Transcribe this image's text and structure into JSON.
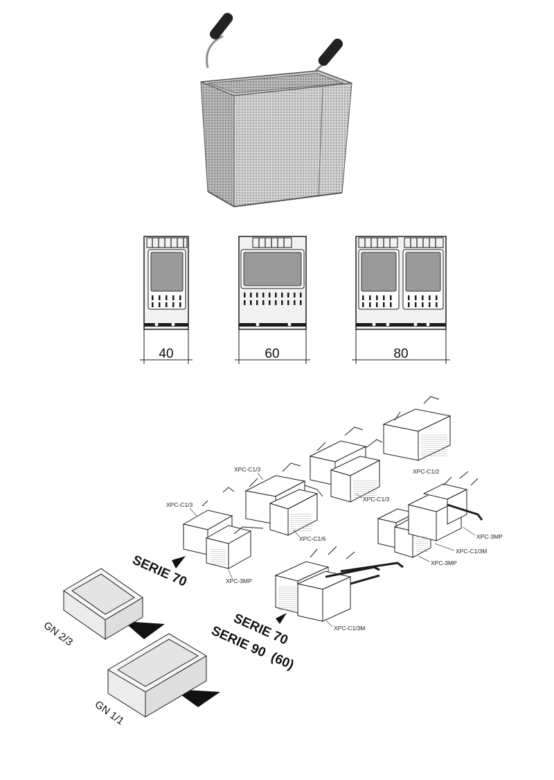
{
  "dimensions": {
    "w40": "40",
    "w60": "60",
    "w80": "80"
  },
  "labels": {
    "c13_a": "XPC-C1/3",
    "c13_b": "XPC-C1/3",
    "c13_c": "XPC-C1/3",
    "c12": "XPC-C1/2",
    "c16": "XPC-C1/6",
    "mp_a": "XPC-3MP",
    "mp_b": "XPC-3MP",
    "mp_c": "XPC-3MP",
    "c13m_a": "XPC-C1/3M",
    "c13m_b": "XPC-C1/3M"
  },
  "series": {
    "serie70_a": "SERIE 70",
    "serie70_b": "SERIE 70",
    "serie90": "SERIE 90",
    "size60": "(60)"
  },
  "gn": {
    "gn23": "GN 2/3",
    "gn11": "GN 1/1"
  },
  "colors": {
    "ink": "#1a1a1a",
    "panel": "#9a9a9a",
    "body": "#f2f2f2",
    "tray": "#ececec"
  }
}
